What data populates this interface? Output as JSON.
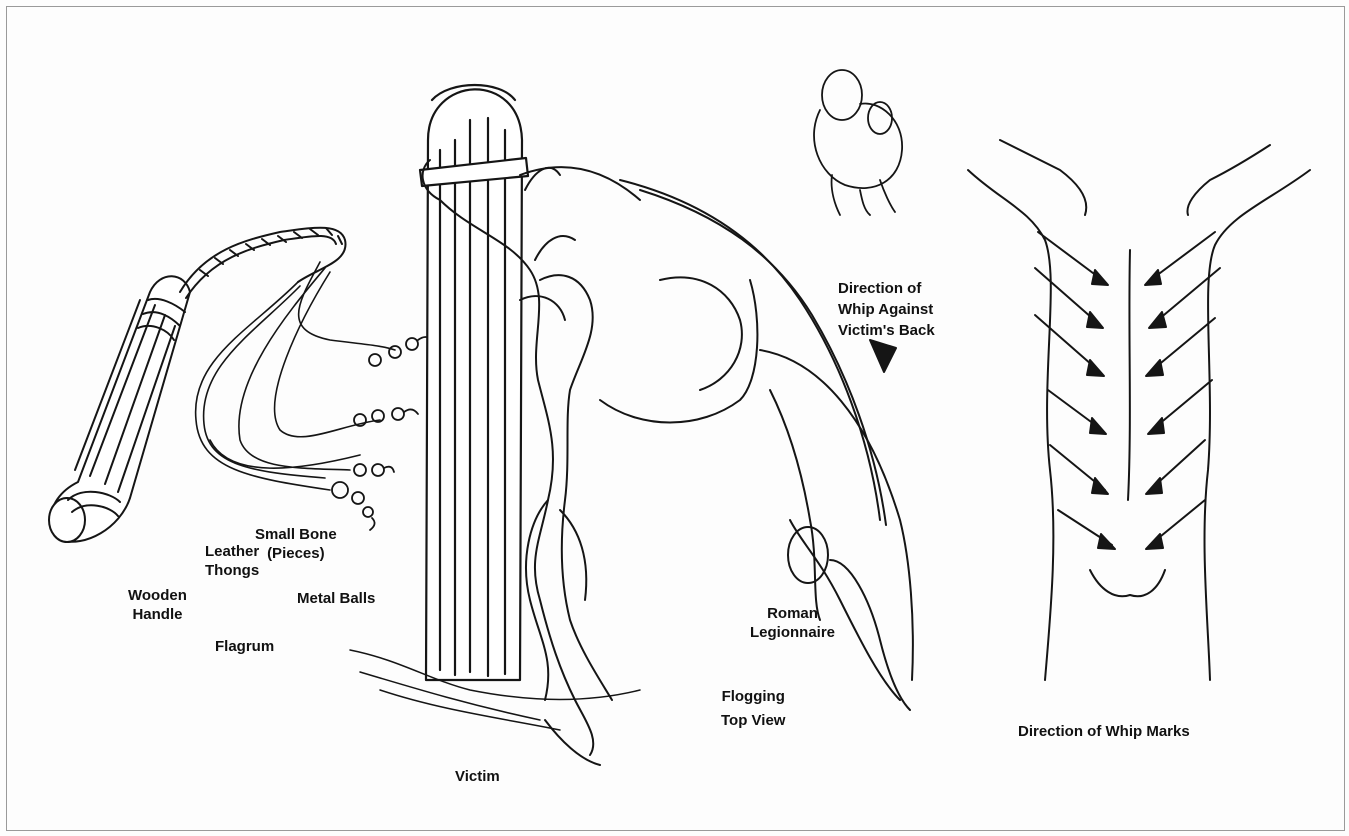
{
  "labels": {
    "wooden_handle": [
      "Wooden",
      "Handle"
    ],
    "leather_thongs": [
      "Leather",
      "Thongs"
    ],
    "small_bone": [
      "Small Bone",
      "(Pieces)"
    ],
    "metal_balls": "Metal Balls",
    "flagrum": "Flagrum",
    "victim": "Victim",
    "roman_legionnaire": [
      "Roman",
      "Legionnaire"
    ],
    "flogging_top_view": [
      "Flogging",
      "Top View"
    ],
    "direction_whip_against_back": [
      "Direction of",
      "Whip Against",
      "Victim's Back"
    ],
    "direction_whip_marks": "Direction of Whip Marks"
  },
  "colors": {
    "ink": "#151515",
    "paper": "#fdfdfd",
    "border": "#9a9a9a"
  }
}
